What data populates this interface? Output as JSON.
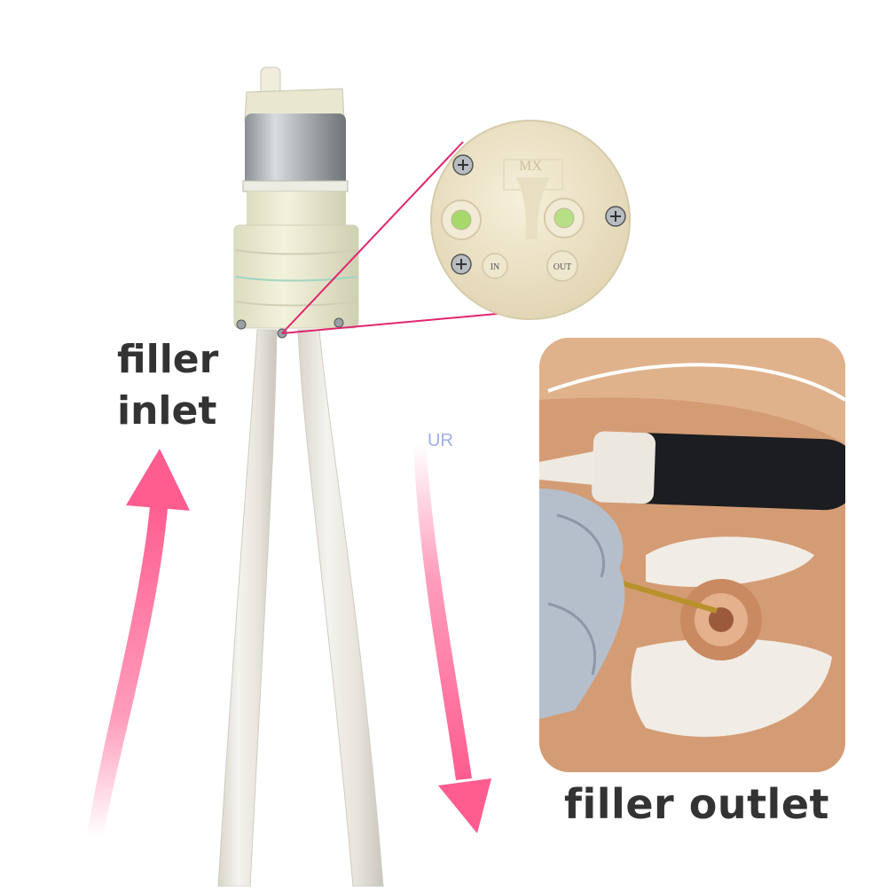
{
  "labels": {
    "inlet_line1": "filler",
    "inlet_line2": "inlet",
    "outlet": "filler outlet",
    "watermark": "UR"
  },
  "detail": {
    "brand_mark": "MX",
    "port_in": "IN",
    "port_out": "OUT"
  },
  "colors": {
    "arrow": "#ff5c8f",
    "callout_line": "#e0266e",
    "text": "#333333"
  }
}
